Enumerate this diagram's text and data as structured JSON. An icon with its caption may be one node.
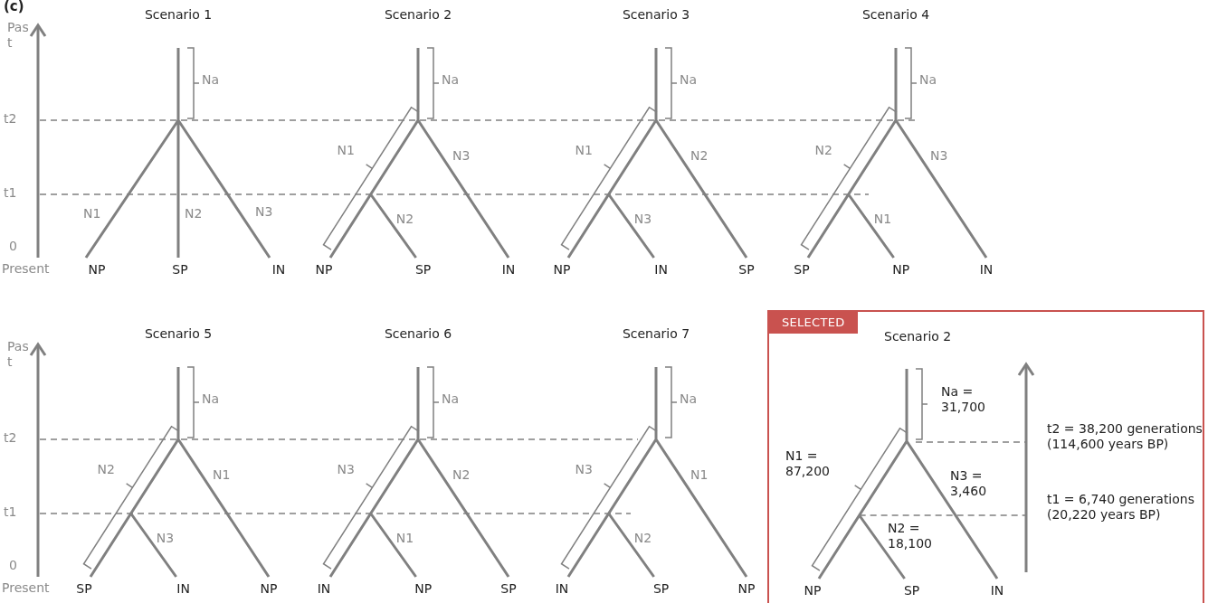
{
  "diagram": {
    "nodes": [
      {
        "text": [
          "Scenario 2"
        ]
      },
      {
        "text": [
          "SELECTED"
        ],
        "in": 0
      }
    ],
    "labels": [
      "(c)",
      "Past",
      "t2",
      "t1",
      "0",
      "Present",
      "Scenario 1",
      "Na",
      "N1",
      "N2",
      "N3",
      "NP",
      "SP",
      "IN",
      "Scenario 2",
      "Na",
      "N1",
      "N3",
      "N2",
      "NP",
      "SP",
      "IN",
      "Scenario 3",
      "Na",
      "N1",
      "N2",
      "N3",
      "NP",
      "IN",
      "SP",
      "Scenario 4",
      "Na",
      "N2",
      "N3",
      "N1",
      "SP",
      "NP",
      "IN",
      "Past",
      "t2",
      "t1",
      "0",
      "Present",
      "Scenario 5",
      "Na",
      "N2",
      "N1",
      "N3",
      "SP",
      "IN",
      "NP",
      "Scenario 6",
      "Na",
      "N3",
      "N2",
      "N1",
      "IN",
      "NP",
      "SP",
      "Scenario 7",
      "Na",
      "N3",
      "N1",
      "N2",
      "IN",
      "SP",
      "NP",
      "Na = 31,700",
      "N1 = 87,200",
      "N3 = 3,460",
      "N2 = 18,100",
      "NP",
      "SP",
      "IN",
      "t2 = 38,200 generations (114,600 years BP)",
      "t1 = 6,740 generations (20,220 years BP)"
    ]
  }
}
